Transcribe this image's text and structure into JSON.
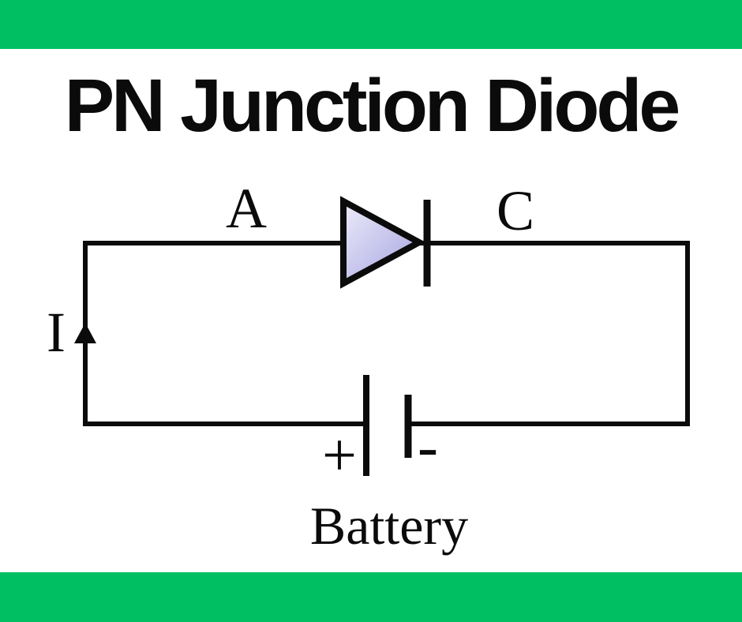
{
  "title": "PN Junction Diode",
  "colors": {
    "bar_green": "#00BF63",
    "ink": "#0B0B0B",
    "diode_fill_light": "#EDECFA",
    "diode_fill_dark": "#A3A1DF"
  },
  "circuit": {
    "anode_label": "A",
    "cathode_label": "C",
    "current_label": "I",
    "battery_label": "Battery",
    "battery_positive_label": "+",
    "battery_negative_label": "-"
  }
}
